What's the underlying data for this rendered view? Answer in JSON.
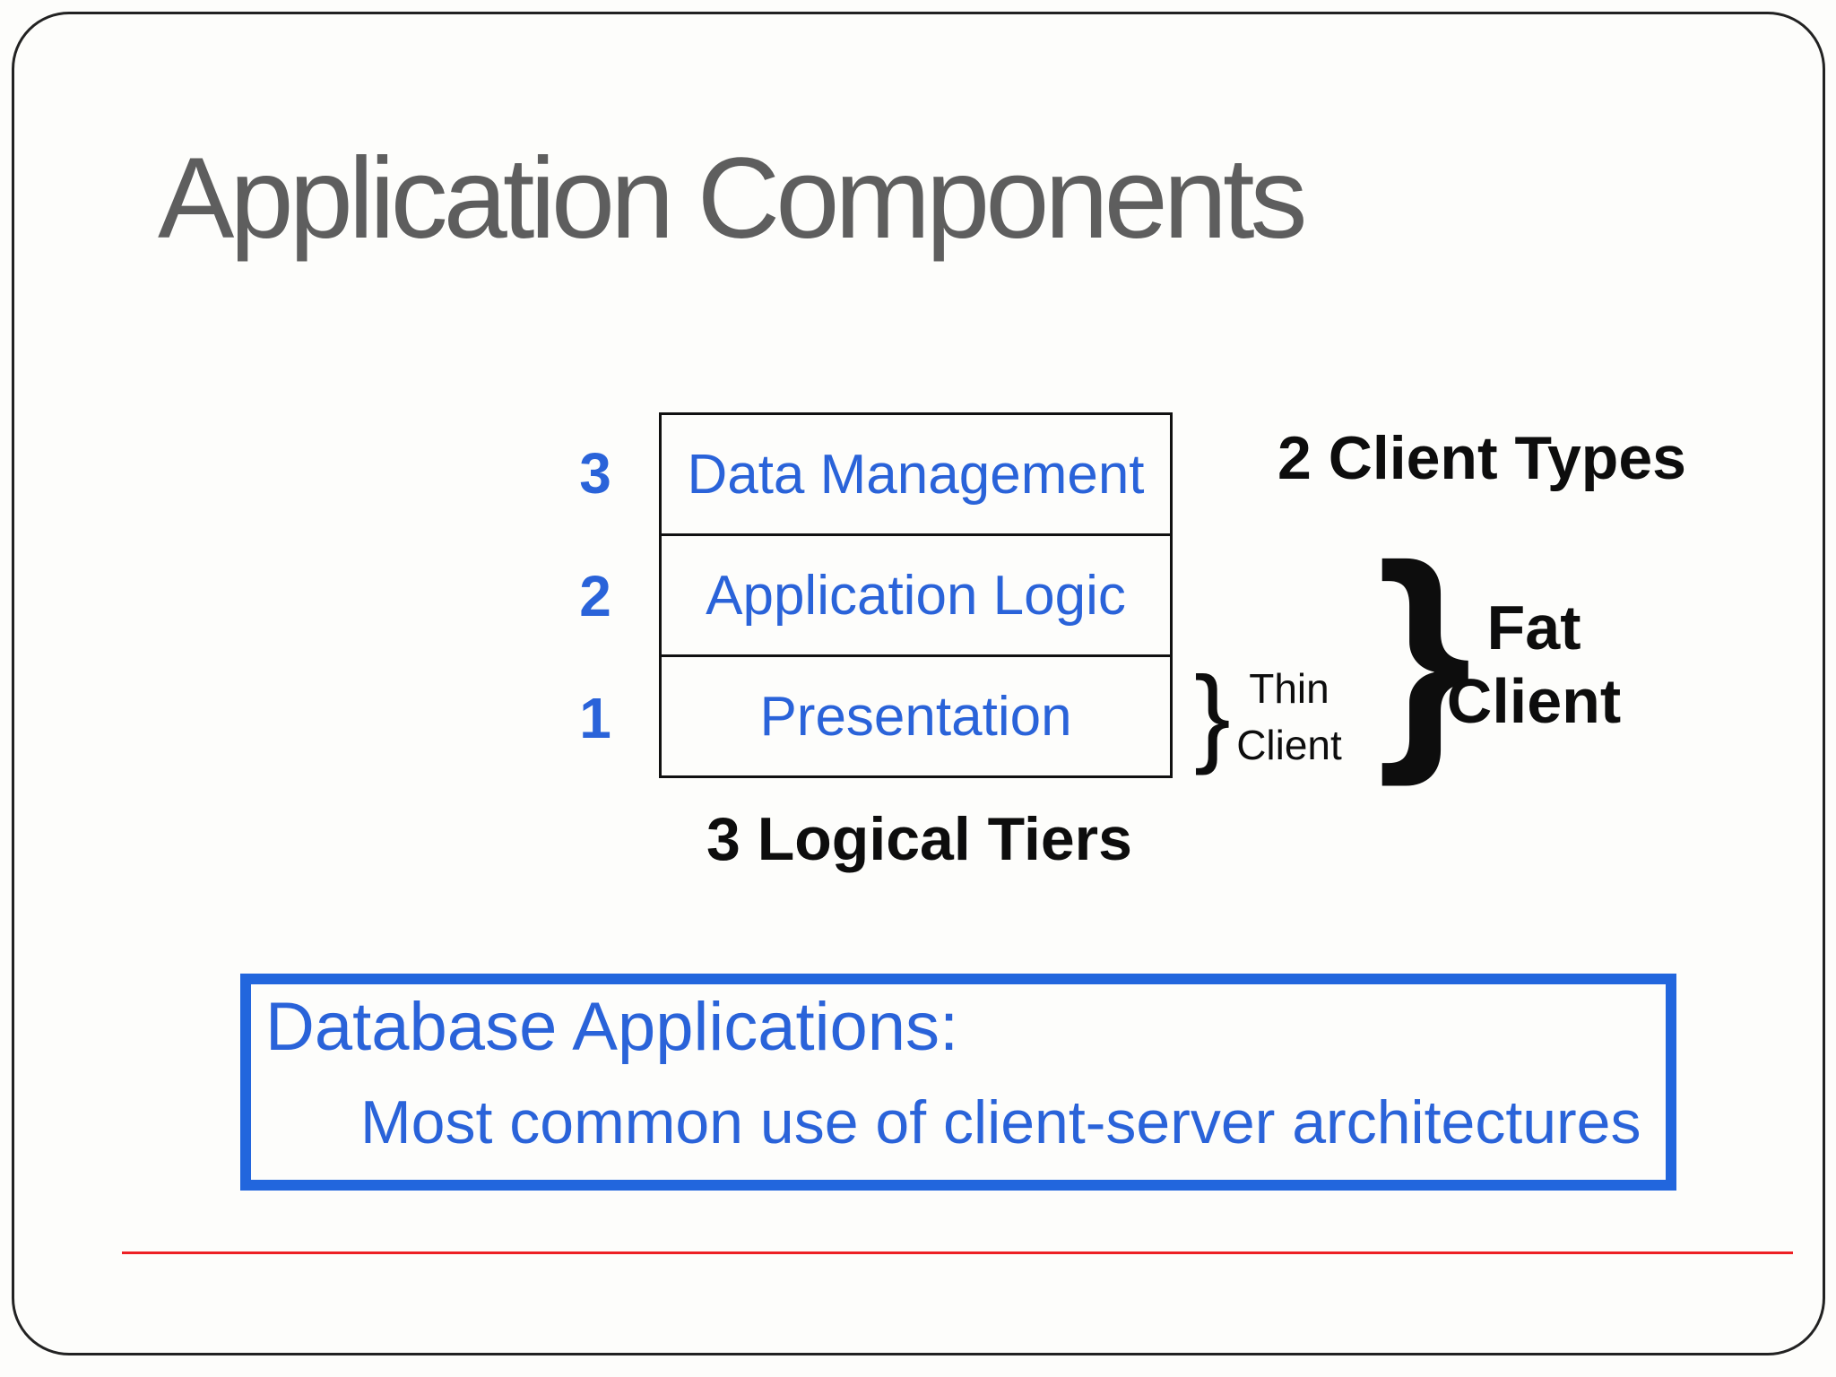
{
  "slide": {
    "title": "Application Components",
    "tiers": {
      "items": [
        {
          "num": "3",
          "label": "Data Management"
        },
        {
          "num": "2",
          "label": "Application Logic"
        },
        {
          "num": "1",
          "label": "Presentation"
        }
      ],
      "caption": "3 Logical Tiers"
    },
    "clients": {
      "heading": "2 Client Types",
      "brace_glyph": "}",
      "thin": {
        "line1": "Thin",
        "line2": "Client"
      },
      "fat": {
        "line1": "Fat",
        "line2": "Client"
      }
    },
    "callout": {
      "heading": "Database Applications:",
      "body": "Most common use of client-server architectures"
    },
    "colors": {
      "text_blue": "#2a63d9",
      "callout_border_blue": "#2266dd",
      "accent_red": "#ed2024",
      "title_gray": "#5e5e5e",
      "text_black": "#0d0d0d"
    }
  }
}
